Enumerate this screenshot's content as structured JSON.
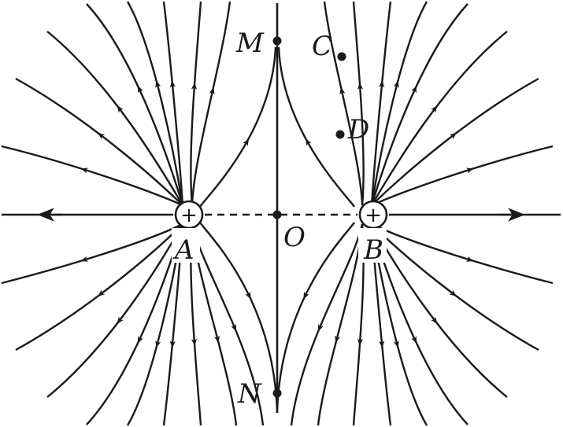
{
  "labels": {
    "M": "M",
    "N": "N",
    "C": "C",
    "D": "D",
    "O": "O",
    "A": "A",
    "B": "B"
  },
  "charges": {
    "A": "+",
    "B": "+"
  },
  "ink_color": "#1a1a1a"
}
